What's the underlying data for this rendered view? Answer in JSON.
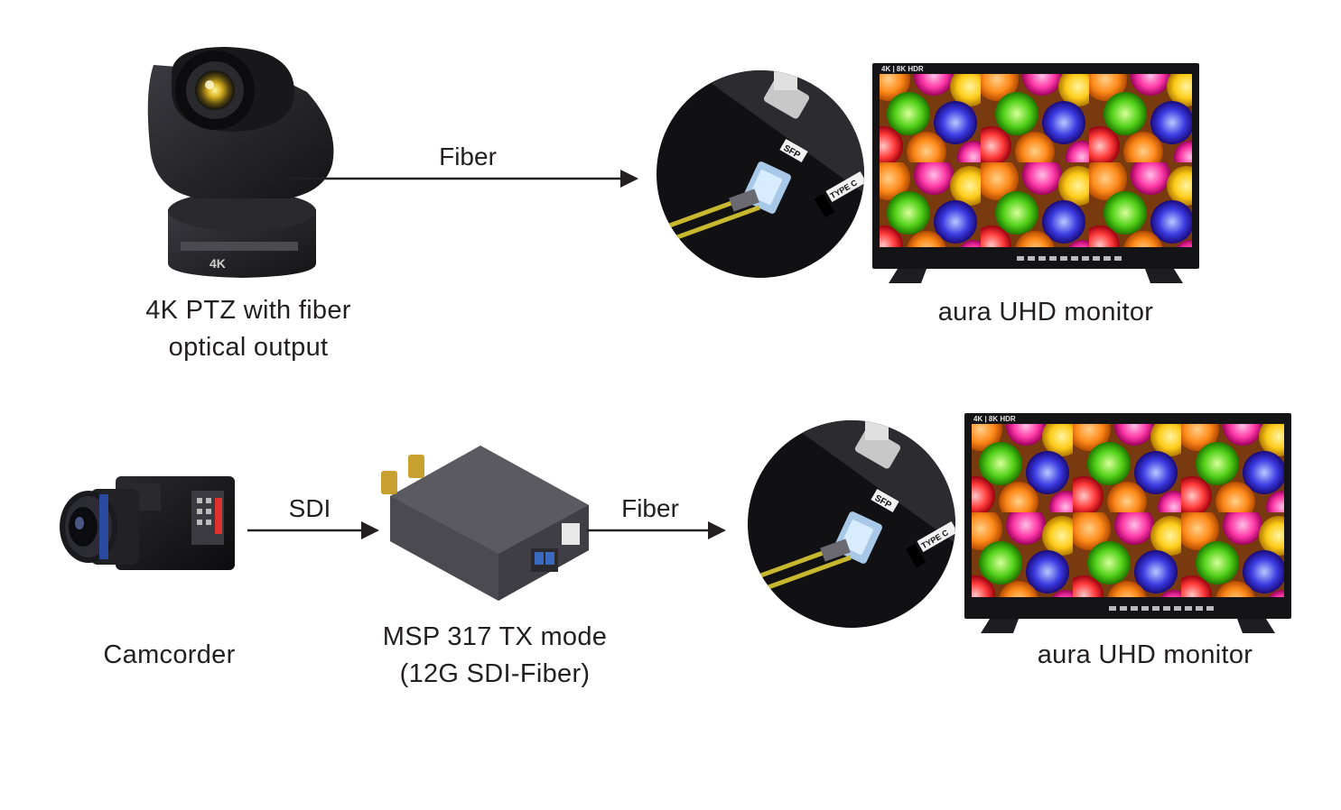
{
  "row1": {
    "source_label_line1": "4K PTZ with fiber",
    "source_label_line2": "optical output",
    "link_label": "Fiber",
    "monitor_label": "aura UHD monitor",
    "monitor_badge": "4K | 8K HDR",
    "sfp_text": "SFP",
    "typec_text": "TYPE C"
  },
  "row2": {
    "source_label": "Camcorder",
    "link1_label": "SDI",
    "converter_label_line1": "MSP 317 TX mode",
    "converter_label_line2": "(12G SDI-Fiber)",
    "link2_label": "Fiber",
    "monitor_label": "aura UHD monitor",
    "monitor_badge": "4K | 8K HDR",
    "sfp_text": "SFP",
    "typec_text": "TYPE C"
  },
  "colors": {
    "text": "#231f20",
    "arrow": "#231f20",
    "device_dark": "#1e1e22",
    "fiber_cable": "#c8b830"
  },
  "icons": [
    "ptz-camera-icon",
    "fiber-port-closeup-icon",
    "uhd-monitor-icon",
    "camcorder-icon",
    "converter-box-icon"
  ]
}
